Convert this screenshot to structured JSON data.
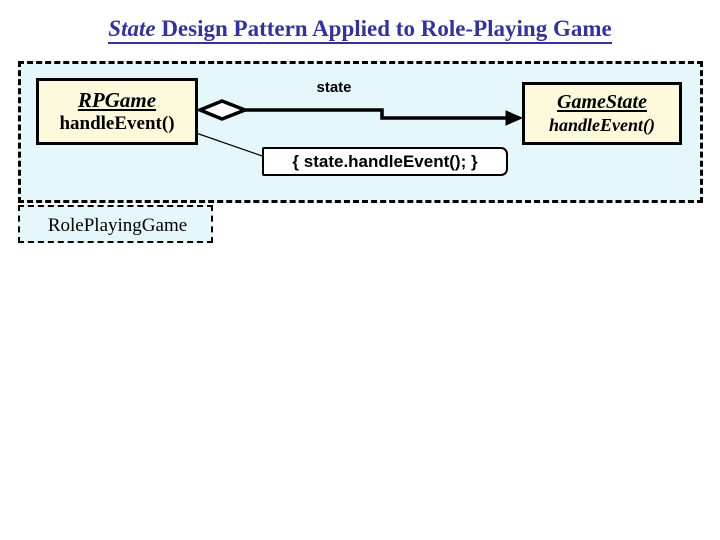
{
  "title": {
    "italic_part": "State",
    "rest_part": " Design Pattern Applied to Role-Playing Game",
    "full": "State Design Pattern Applied to Role-Playing Game",
    "color": "#333399"
  },
  "package": {
    "name": "RolePlayingGame",
    "fill_color": "#e6f7fb",
    "border_style": "dashed",
    "border_color": "#000000"
  },
  "classes": [
    {
      "id": "rpgame",
      "name": "RPGame",
      "abstract": true,
      "operations": [
        "handleEvent()"
      ],
      "operation_abstract": false,
      "fill_color": "#fdf9dd",
      "border_color": "#000000"
    },
    {
      "id": "gamestate",
      "name": "GameState",
      "abstract": true,
      "operations": [
        "handleEvent()"
      ],
      "operation_abstract": true,
      "fill_color": "#fdf9dd",
      "border_color": "#000000"
    }
  ],
  "association": {
    "role_label": "state",
    "source": "RPGame",
    "target": "GameState",
    "source_end": "aggregation-diamond",
    "target_end": "open-arrow",
    "line_color": "#000000"
  },
  "note": {
    "text": "{  state.handleEvent(); }",
    "attached_to": "RPGame.handleEvent()",
    "fill_color": "#ffffff",
    "border_color": "#000000"
  }
}
